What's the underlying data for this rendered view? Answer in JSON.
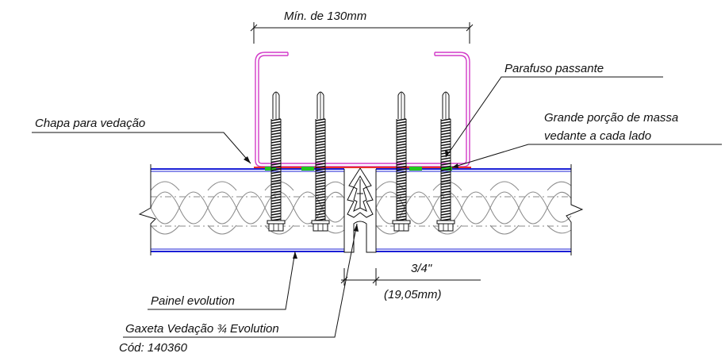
{
  "labels": {
    "min_width": "Mín. de 130mm",
    "screw": "Parafuso passante",
    "sealing_plate": "Chapa para vedação",
    "sealant_line1": "Grande porção de massa",
    "sealant_line2": "vedante a cada lado",
    "joint_width": "3/4\"",
    "joint_width_mm": "(19,05mm)",
    "panel": "Painel evolution",
    "gasket": "Gaxeta Vedação ¾ Evolution",
    "code": "Cód: 140360"
  },
  "colors": {
    "channel": "#d23cc8",
    "panel_face": "#1b1fd6",
    "sealant": "#22c81e",
    "plate": "#e8302a",
    "line": "#111111"
  }
}
